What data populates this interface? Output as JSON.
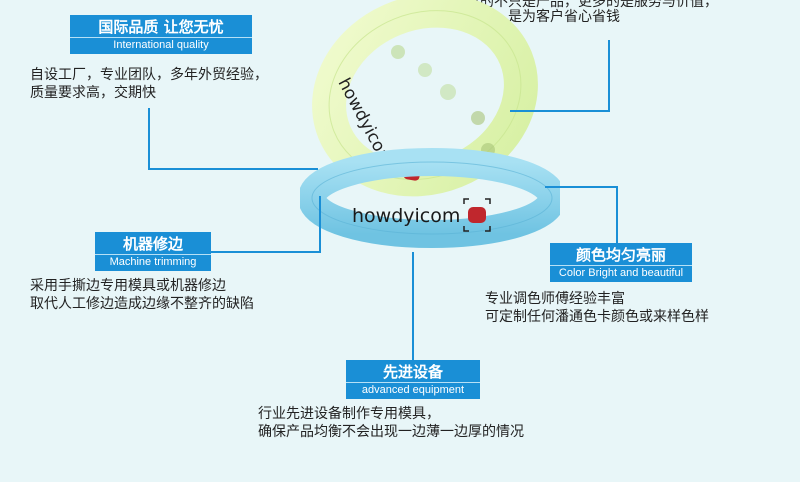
{
  "top_text": {
    "line1": "我们拥有的不只是产品，更多的是服务与价值，",
    "line2": "我们的目标，是为客户省心省钱"
  },
  "quality": {
    "title": "国际品质 让您无忧",
    "subtitle": "International quality",
    "desc_line1": "自设工厂，专业团队，多年外贸经验，",
    "desc_line2": "质量要求高，交期快"
  },
  "trimming": {
    "title": "机器修边",
    "subtitle": "Machine trimming",
    "desc_line1": "采用手撕边专用模具或机器修边",
    "desc_line2": "取代人工修边造成边缘不整齐的缺陷"
  },
  "color": {
    "title": "颜色均匀亮丽",
    "subtitle": "Color Bright and beautiful",
    "desc_line1": "专业调色师傅经验丰富",
    "desc_line2": "可定制任何潘通色卡颜色或来样色样"
  },
  "equipment": {
    "title": "先进设备",
    "subtitle": "advanced equipment",
    "desc_line1": "行业先进设备制作专用模具，",
    "desc_line2": "确保产品均衡不会出现一边薄一边厚的情况"
  },
  "product": {
    "brand_front": "howdyicom",
    "brand_back": "howdyicom",
    "front_color": "#8fd3ea",
    "back_color": "#e4f7b8",
    "accent": "#c0272d"
  },
  "colors": {
    "accent_blue": "#1a8fd6",
    "background": "#e8f6f8"
  }
}
